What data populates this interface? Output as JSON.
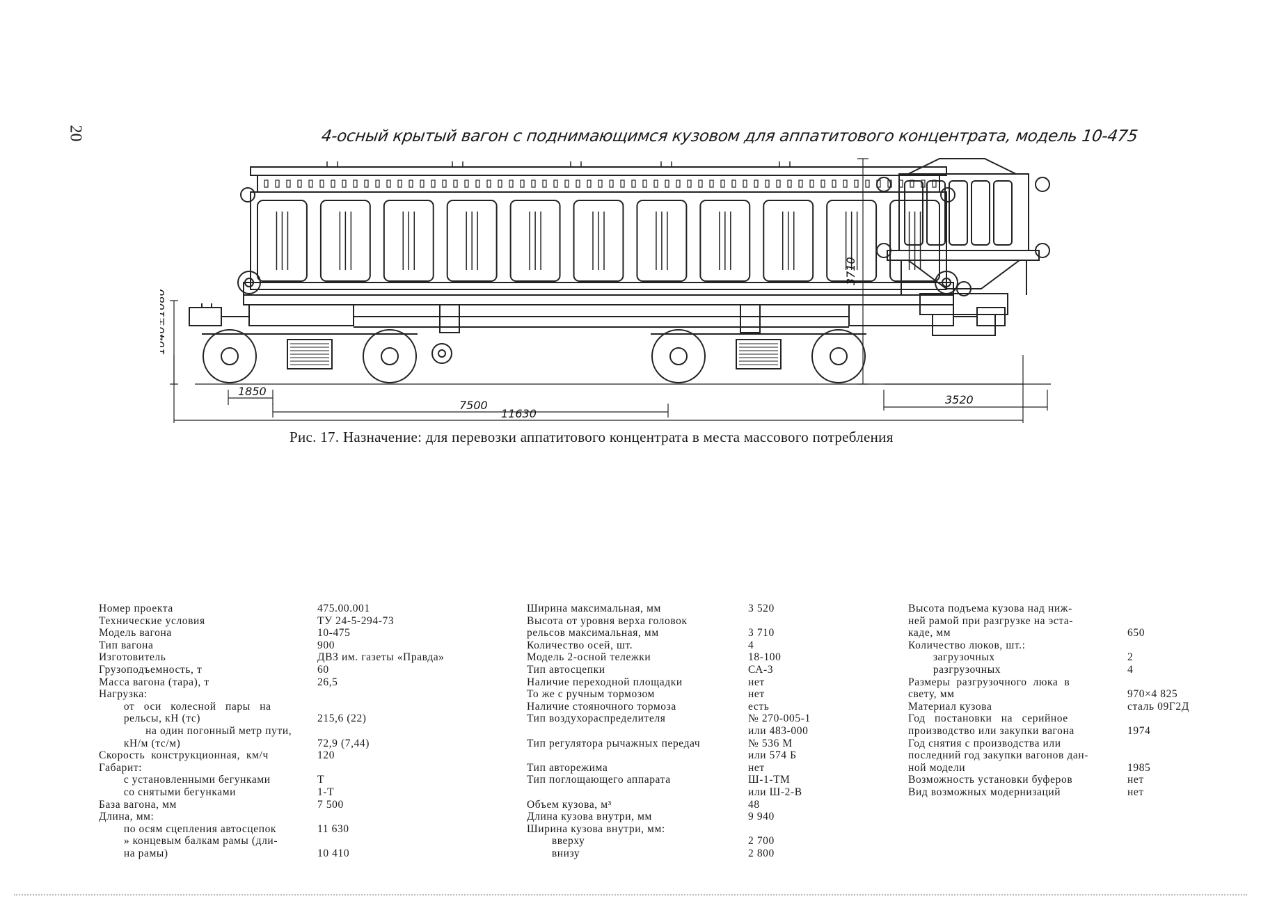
{
  "page_number": "20",
  "drawing": {
    "title": "4-осный крытый вагон с поднимающимся кузовом для аппатитового концентрата, модель 10-475",
    "dim_height_side": "1040±1080",
    "dim_bogie": "1850",
    "dim_base": "7500",
    "dim_length": "11630",
    "dim_height_end": "3710",
    "dim_width_end": "3520"
  },
  "caption": "Рис. 17. Назначение: для перевозки аппатитового концентрата в места массового потребления",
  "specs": {
    "col1": [
      {
        "label": "Номер проекта",
        "value": "475.00.001"
      },
      {
        "label": "Технические условия",
        "value": "ТУ 24-5-294-73"
      },
      {
        "label": "Модель вагона",
        "value": "10-475"
      },
      {
        "label": "Тип вагона",
        "value": "900"
      },
      {
        "label": "Изготовитель",
        "value": "ДВЗ им. газеты «Правда»"
      },
      {
        "label": "Грузоподъемность, т",
        "value": "60"
      },
      {
        "label": "Масса вагона (тара), т",
        "value": "26,5"
      },
      {
        "label": "Нагрузка:",
        "value": ""
      },
      {
        "label": "        от   оси   колесной   пары   на\n        рельсы, кН (тс)",
        "value": "\n215,6 (22)"
      },
      {
        "label": "               на один погонный метр пути,\n        кН/м (тс/м)",
        "value": "\n72,9 (7,44)"
      },
      {
        "label": "Скорость  конструкционная,  км/ч",
        "value": "120"
      },
      {
        "label": "Габарит:",
        "value": ""
      },
      {
        "label": "        с установленными бегунками",
        "value": "Т"
      },
      {
        "label": "        со снятыми бегунками",
        "value": "1-Т"
      },
      {
        "label": "База вагона, мм",
        "value": "7 500"
      },
      {
        "label": "Длина, мм:",
        "value": ""
      },
      {
        "label": "        по осям сцепления автосцепок",
        "value": "11 630"
      },
      {
        "label": "        » концевым балкам рамы (дли-\n        на рамы)",
        "value": "\n10 410"
      }
    ],
    "col2": [
      {
        "label": "Ширина максимальная, мм",
        "value": "3 520"
      },
      {
        "label": "Высота от уровня верха головок\nрельсов максимальная, мм",
        "value": "\n3 710"
      },
      {
        "label": "Количество осей, шт.",
        "value": "4"
      },
      {
        "label": "Модель 2-осной тележки",
        "value": "18-100"
      },
      {
        "label": "Тип автосцепки",
        "value": "СА-3"
      },
      {
        "label": "Наличие переходной площадки",
        "value": "нет"
      },
      {
        "label": "То же с ручным тормозом",
        "value": "нет"
      },
      {
        "label": "Наличие стояночного тормоза",
        "value": "есть"
      },
      {
        "label": "Тип воздухораспределителя",
        "value": "№ 270-005-1\nили 483-000"
      },
      {
        "label": "Тип регулятора рычажных передач",
        "value": "№ 536 М\nили 574 Б"
      },
      {
        "label": "Тип авторежима",
        "value": "нет"
      },
      {
        "label": "Тип поглощающего аппарата",
        "value": "Ш-1-ТМ\nили Ш-2-В"
      },
      {
        "label": "Объем кузова, м³",
        "value": "48"
      },
      {
        "label": "Длина кузова внутри, мм",
        "value": "9 940"
      },
      {
        "label": "Ширина кузова внутри, мм:",
        "value": ""
      },
      {
        "label": "        вверху",
        "value": "2 700"
      },
      {
        "label": "        внизу",
        "value": "2 800"
      }
    ],
    "col3": [
      {
        "label": "Высота подъема кузова над ниж-\nней рамой при разгрузке на эста-\nкаде, мм",
        "value": "\n\n650"
      },
      {
        "label": "Количество люков, шт.:",
        "value": ""
      },
      {
        "label": "        загрузочных",
        "value": "2"
      },
      {
        "label": "        разгрузочных",
        "value": "4"
      },
      {
        "label": "Размеры  разгрузочного  люка  в\nсвету, мм",
        "value": "\n970×4 825"
      },
      {
        "label": "Материал кузова",
        "value": "сталь 09Г2Д"
      },
      {
        "label": "Год   постановки   на   серийное\nпроизводство или закупки вагона",
        "value": "\n1974"
      },
      {
        "label": "Год снятия с производства или\nпоследний год закупки вагонов дан-\nной модели",
        "value": "\n\n1985"
      },
      {
        "label": "Возможность установки буферов",
        "value": "нет"
      },
      {
        "label": "Вид возможных модернизаций",
        "value": "нет"
      }
    ]
  }
}
